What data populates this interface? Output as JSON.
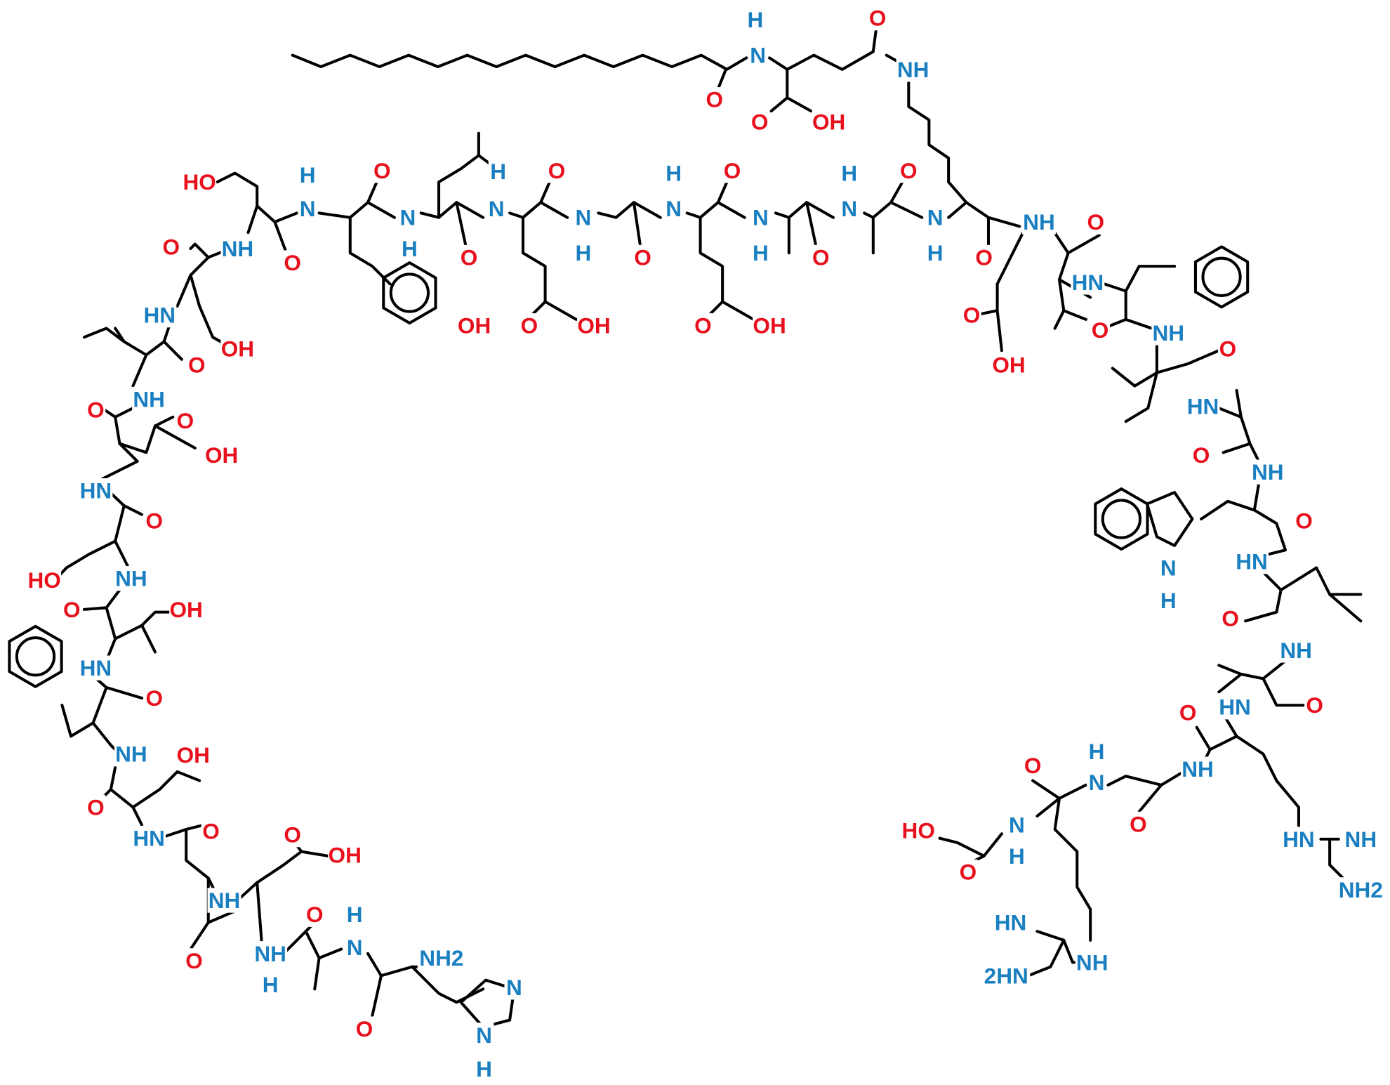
{
  "colors": {
    "oxygen": "#e8101c",
    "nitrogen": "#1a7fc1",
    "bond": "#000000"
  },
  "labels": [
    "H",
    "N",
    "O",
    "NH",
    "O",
    "O",
    "OH",
    "HO",
    "H",
    "N",
    "O",
    "N",
    "H",
    "O",
    "N",
    "O",
    "N",
    "H",
    "O",
    "H",
    "N",
    "O",
    "N",
    "H",
    "O",
    "H",
    "N",
    "O",
    "N",
    "H",
    "O",
    "NH",
    "O",
    "O",
    "NH",
    "O",
    "HN",
    "O",
    "NH",
    "O",
    "OH",
    "O",
    "OH",
    "O",
    "OH",
    "O",
    "OH",
    "HN",
    "OH",
    "O",
    "NH",
    "O",
    "O",
    "OH",
    "HN",
    "O",
    "NH",
    "HN",
    "O",
    "O",
    "HO",
    "NH",
    "N",
    "H",
    "HN",
    "O",
    "OH",
    "O",
    "NH",
    "HN",
    "O",
    "O",
    "HN",
    "O",
    "NH",
    "OH",
    "H",
    "N",
    "NH",
    "O",
    "O",
    "HN",
    "O",
    "HO",
    "N",
    "H",
    "O",
    "HN",
    "NH",
    "O",
    "OH",
    "O",
    "NH2",
    "NH",
    "O",
    "H",
    "N",
    "NH",
    "H",
    "O",
    "NH2",
    "N",
    "O",
    "N",
    "H",
    "HN",
    "2HN",
    "NH",
    "H"
  ]
}
